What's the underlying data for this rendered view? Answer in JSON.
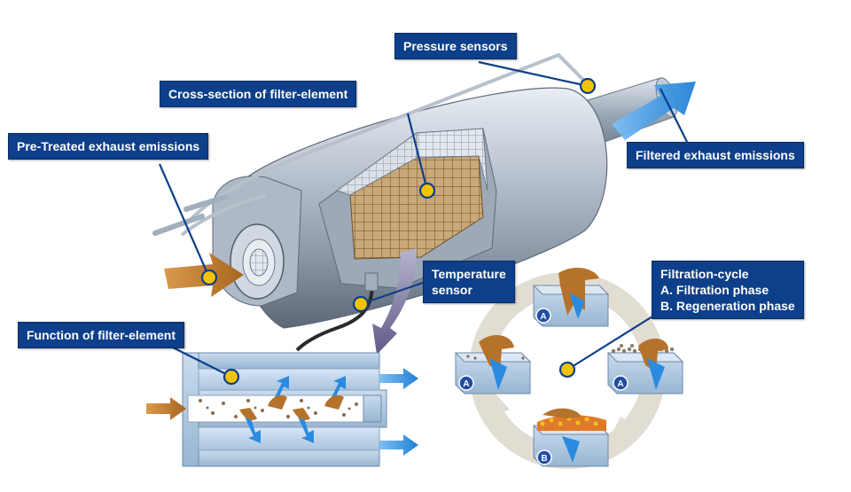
{
  "labels": {
    "pressure_sensors": "Pressure sensors",
    "cross_section": "Cross-section of filter-element",
    "pre_treated": "Pre-Treated exhaust emissions",
    "filtered": "Filtered exhaust emissions",
    "temperature_line1": "Temperature",
    "temperature_line2": "sensor",
    "function": "Function of filter-element",
    "cycle_title": "Filtration-cycle",
    "cycle_a": "A. Filtration phase",
    "cycle_b": "B. Regeneration phase"
  },
  "cycle_markers": {
    "top": "A",
    "left": "A",
    "right": "A",
    "bottom": "B"
  },
  "colors": {
    "label_bg": "#0d3f8a",
    "marker_yellow": "#f2c300",
    "flow_blue": "#2a8be0",
    "soot_brown": "#b5722a"
  }
}
